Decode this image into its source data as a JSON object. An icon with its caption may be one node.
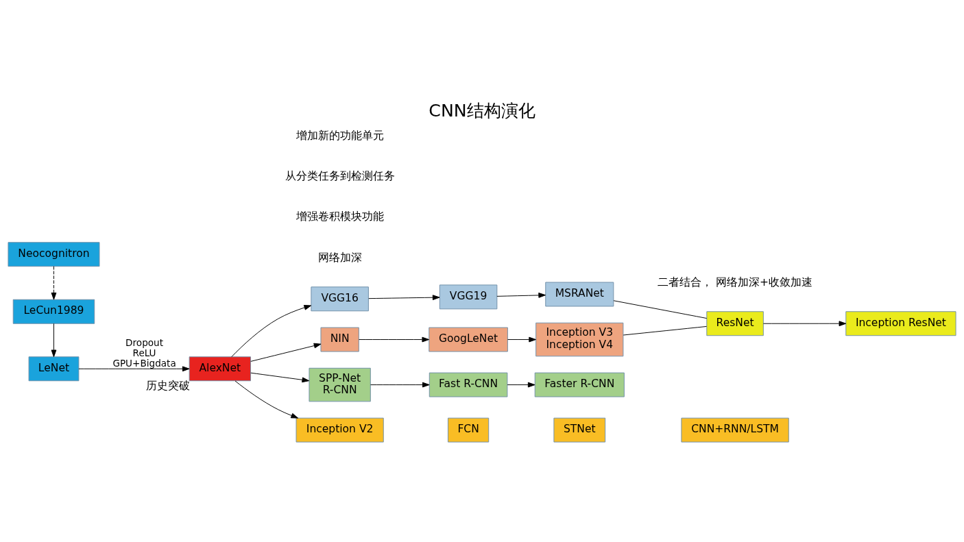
{
  "diagram": {
    "title": "CNN结构演化",
    "nodes": [
      {
        "text": [
          "Neocognitron"
        ]
      },
      {
        "text": [
          "LeCun1989"
        ]
      },
      {
        "text": [
          "LeNet"
        ]
      },
      {
        "text": [
          "AlexNet"
        ],
        "beside": [
          "历史突破"
        ]
      },
      {
        "text": [
          "VGG16"
        ]
      },
      {
        "text": [
          "VGG19"
        ]
      },
      {
        "text": [
          "MSRANet"
        ]
      },
      {
        "text": [
          "NIN"
        ]
      },
      {
        "text": [
          "GoogLeNet"
        ]
      },
      {
        "text": [
          "Inception V3",
          "Inception V4"
        ]
      },
      {
        "text": [
          "SPP-Net",
          "R-CNN"
        ]
      },
      {
        "text": [
          "Fast R-CNN"
        ]
      },
      {
        "text": [
          "Faster R-CNN"
        ]
      },
      {
        "text": [
          "Inception V2"
        ]
      },
      {
        "text": [
          "FCN"
        ]
      },
      {
        "text": [
          "STNet"
        ]
      },
      {
        "text": [
          "CNN+RNN/LSTM"
        ]
      },
      {
        "text": [
          "ResNet"
        ]
      },
      {
        "text": [
          "Inception ResNet"
        ]
      }
    ],
    "edges": [
      {
        "from": 0,
        "to": 1,
        "arrow": "to",
        "style": "dashed"
      },
      {
        "from": 1,
        "to": 2,
        "arrow": "to"
      },
      {
        "from": 2,
        "to": 3,
        "arrow": "to",
        "label": "Dropout ReLU GPU+Bigdata"
      },
      {
        "from": 3,
        "to": 4,
        "arrow": "to"
      },
      {
        "from": 3,
        "to": 7,
        "arrow": "to"
      },
      {
        "from": 3,
        "to": 10,
        "arrow": "to"
      },
      {
        "from": 3,
        "to": 13,
        "arrow": "to"
      },
      {
        "from": 4,
        "to": 5,
        "arrow": "to"
      },
      {
        "from": 5,
        "to": 6,
        "arrow": "to"
      },
      {
        "from": 7,
        "to": 8,
        "arrow": "to"
      },
      {
        "from": 8,
        "to": 9,
        "arrow": "to"
      },
      {
        "from": 10,
        "to": 11,
        "arrow": "to"
      },
      {
        "from": 11,
        "to": 12,
        "arrow": "to"
      },
      {
        "from": 6,
        "to": 17,
        "arrow": "none"
      },
      {
        "from": 9,
        "to": 17,
        "arrow": "none"
      },
      {
        "from": 17,
        "to": 18,
        "arrow": "to"
      }
    ],
    "labels": [
      "网络加深",
      "增强卷积模块功能",
      "从分类任务到检测任务",
      "增加新的功能单元",
      "二者结合， 网络加深+收敛加速"
    ]
  }
}
